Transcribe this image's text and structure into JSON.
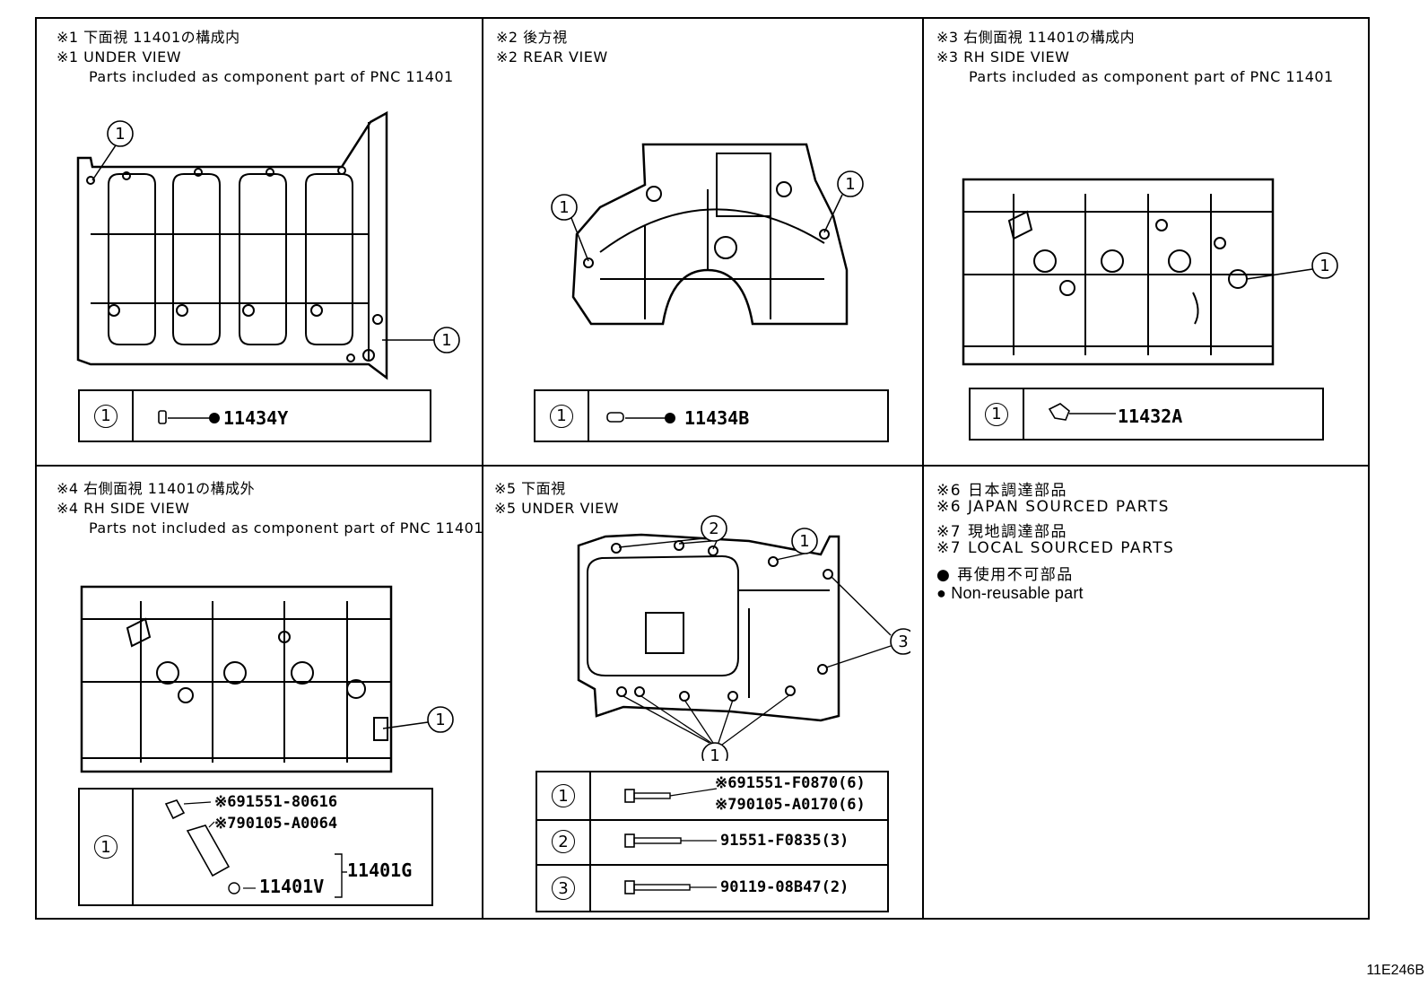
{
  "panels": [
    {
      "id": "p1",
      "line1": "※1 下面視 11401の構成内",
      "line2": "※1 UNDER VIEW",
      "line3": "Parts included as component part of PNC 11401",
      "legend": [
        {
          "num": "1",
          "part": "11434Y"
        }
      ]
    },
    {
      "id": "p2",
      "line1": "※2 後方視",
      "line2": "※2 REAR VIEW",
      "legend": [
        {
          "num": "1",
          "part": "11434B"
        }
      ]
    },
    {
      "id": "p3",
      "line1": "※3 右側面視 11401の構成内",
      "line2": "※3 RH SIDE VIEW",
      "line3": "Parts included as component part of PNC 11401",
      "legend": [
        {
          "num": "1",
          "part": "11432A"
        }
      ]
    },
    {
      "id": "p4",
      "line1": "※4 右側面視 11401の構成外",
      "line2": "※4 RH SIDE VIEW",
      "line3": "Parts not included as component part of PNC 11401",
      "legend": [
        {
          "num": "1",
          "part_a": "※691551-80616",
          "part_b": "※790105-A0064",
          "part_c": "11401V",
          "part_d": "11401G"
        }
      ]
    },
    {
      "id": "p5",
      "line1": "※5 下面視",
      "line2": "※5 UNDER VIEW",
      "legend": [
        {
          "num": "1",
          "part_a": "※691551-F0870(6)",
          "part_b": "※790105-A0170(6)"
        },
        {
          "num": "2",
          "part": "91551-F0835(3)"
        },
        {
          "num": "3",
          "part": "90119-08B47(2)"
        }
      ]
    }
  ],
  "notes": [
    "※6 日本調達部品",
    "※6 JAPAN SOURCED PARTS",
    "※7 現地調達部品",
    "※7 LOCAL SOURCED PARTS",
    "● 再使用不可部品",
    "● Non-reusable part"
  ],
  "callouts": {
    "c1": "1",
    "c2": "2",
    "c3": "3"
  },
  "figure_code": "11E246B"
}
